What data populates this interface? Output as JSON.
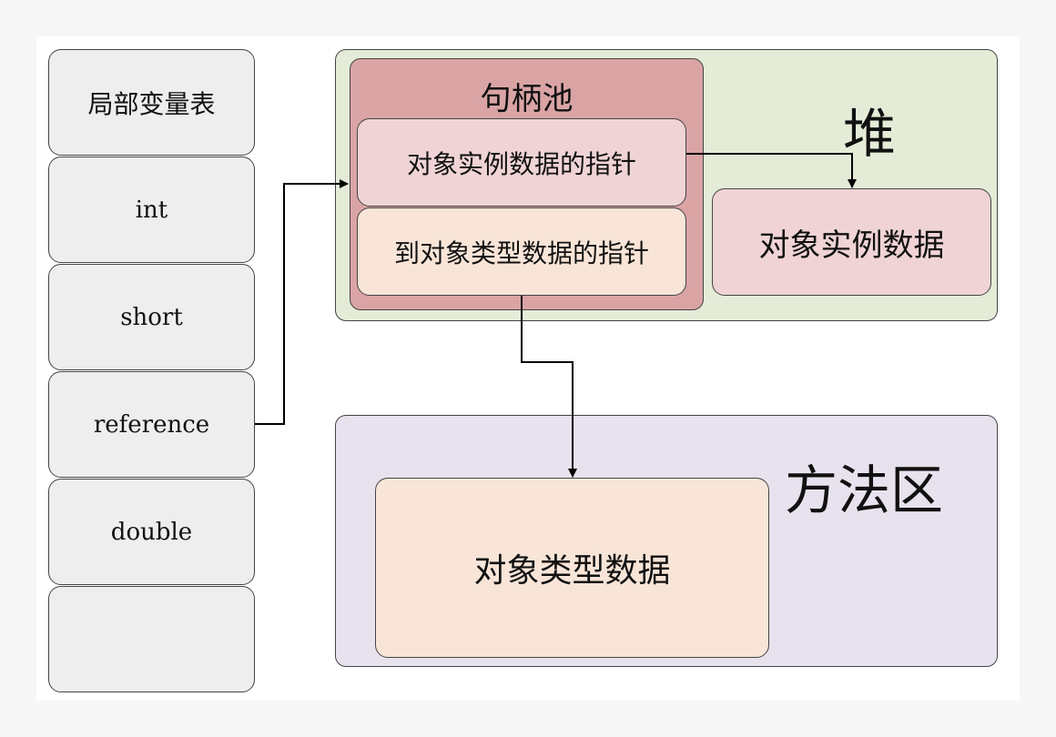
{
  "stack": {
    "cells": [
      "局部变量表",
      "int",
      "short",
      "reference",
      "double",
      ""
    ]
  },
  "heap": {
    "label": "堆",
    "handle_pool": {
      "title": "句柄池",
      "pointer_instance": "对象实例数据的指针",
      "pointer_type": "到对象类型数据的指针"
    },
    "instance_data": "对象实例数据"
  },
  "method_area": {
    "label": "方法区",
    "type_data": "对象类型数据"
  }
}
